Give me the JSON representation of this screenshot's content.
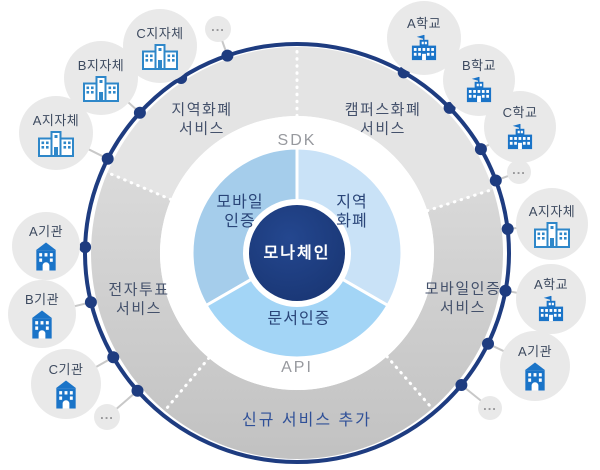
{
  "center": {
    "label": "모나체인"
  },
  "inner_ring": {
    "segments": [
      {
        "label": "모바일\n인증"
      },
      {
        "label": "지역\n화폐"
      },
      {
        "label": "문서인증"
      }
    ]
  },
  "middle_ring": {
    "top": "SDK",
    "bottom": "API"
  },
  "outer_ring": {
    "segments": [
      {
        "label": "지역화폐\n서비스"
      },
      {
        "label": "캠퍼스화폐\n서비스"
      },
      {
        "label": "모바일인증\n서비스"
      },
      {
        "label": "신규 서비스 추가"
      },
      {
        "label": "전자투표\n서비스"
      }
    ]
  },
  "satellites": [
    {
      "label": "C지자체",
      "icon": "government-building-icon"
    },
    {
      "label": "...",
      "icon": "ellipsis"
    },
    {
      "label": "B지자체",
      "icon": "government-building-icon"
    },
    {
      "label": "A지자체",
      "icon": "government-building-icon"
    },
    {
      "label": "A기관",
      "icon": "institution-building-icon"
    },
    {
      "label": "B기관",
      "icon": "institution-building-icon"
    },
    {
      "label": "C기관",
      "icon": "institution-building-icon"
    },
    {
      "label": "...",
      "icon": "ellipsis"
    },
    {
      "label": "A학교",
      "icon": "school-building-icon"
    },
    {
      "label": "B학교",
      "icon": "school-building-icon"
    },
    {
      "label": "C학교",
      "icon": "school-building-icon"
    },
    {
      "label": "...",
      "icon": "ellipsis"
    },
    {
      "label": "A지자체",
      "icon": "government-building-icon"
    },
    {
      "label": "A학교",
      "icon": "school-building-icon"
    },
    {
      "label": "A기관",
      "icon": "institution-building-icon"
    },
    {
      "label": "...",
      "icon": "ellipsis"
    }
  ],
  "colors": {
    "navy_border": "#1e3c80",
    "center_navy": "#1b3876",
    "ring_light_gray": "#e4e4e4",
    "ring_dark_gray": "#c9c9c9",
    "inner_blue_mobile_auth": "#a5cdeb",
    "inner_blue_local_currency": "#c9e2f7",
    "inner_blue_document_auth": "#a3d5f6",
    "bubble_gray": "#e9e9e9",
    "icon_blue_solid": "#1a74c8",
    "icon_blue_outline": "#2e87c9",
    "ring_label_color": "#44516b",
    "new_service_label_color": "#2f5098",
    "sdk_api_label_color": "#97999e"
  }
}
